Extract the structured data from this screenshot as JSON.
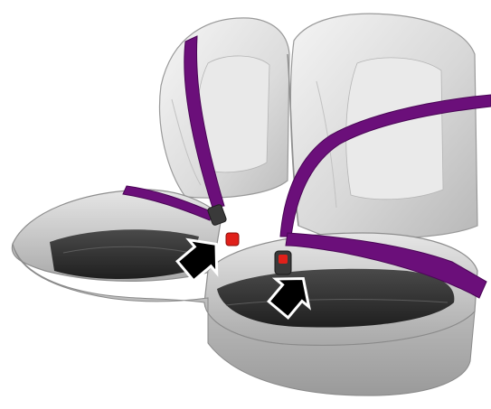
{
  "illustration": {
    "subject": "rear-bench-seat-with-seatbelts",
    "colors": {
      "background": "#ffffff",
      "seat_light": "#ececec",
      "seat_mid": "#c9c9c9",
      "seat_dark": "#8e8e8e",
      "cushion_insert": "#2e2e2e",
      "belt": "#6b0f7a",
      "belt_dark": "#4a0656",
      "buckle": "#3a3a3a",
      "latch_red": "#e0201a",
      "arrow_fill": "#000000",
      "arrow_stroke": "#ffffff"
    },
    "callouts": [
      {
        "icon": "arrow-up-right-icon",
        "target": "left-buckle"
      },
      {
        "icon": "arrow-up-right-icon",
        "target": "right-buckle"
      }
    ]
  }
}
